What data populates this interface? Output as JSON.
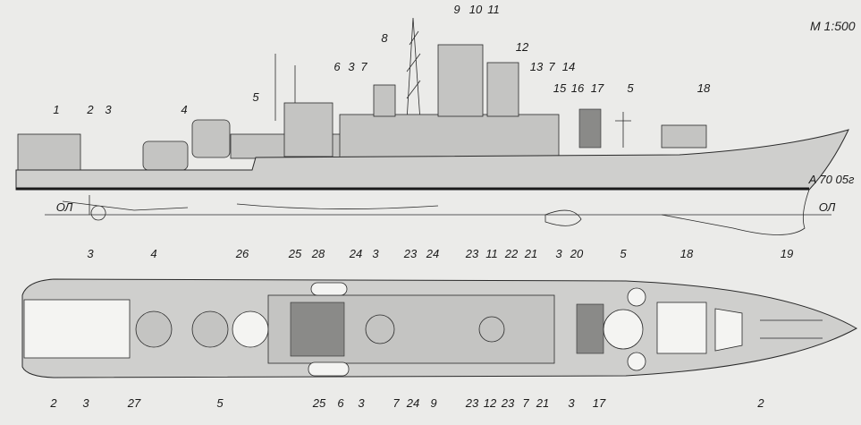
{
  "title": "M 1:500",
  "signature": "A 70 05г",
  "waterline_marks": [
    "ОЛ",
    "ОЛ"
  ],
  "profile_top_labels": [
    "9",
    "10",
    "11",
    "8",
    "12",
    "6",
    "3",
    "7",
    "13",
    "7",
    "14",
    "15",
    "16",
    "17",
    "5",
    "18",
    "5",
    "4",
    "1",
    "2",
    "3"
  ],
  "middle_labels": [
    "3",
    "4",
    "26",
    "25",
    "28",
    "24",
    "3",
    "23",
    "24",
    "23",
    "11",
    "22",
    "21",
    "3",
    "20",
    "5",
    "18",
    "19"
  ],
  "plan_bottom_labels": [
    "2",
    "3",
    "27",
    "5",
    "25",
    "6",
    "3",
    "7",
    "24",
    "9",
    "23",
    "12",
    "23",
    "7",
    "21",
    "3",
    "17",
    "2"
  ],
  "colors": {
    "hull": "#cfcfcd",
    "background": "#ebebe9",
    "line": "#2a2a2a"
  }
}
